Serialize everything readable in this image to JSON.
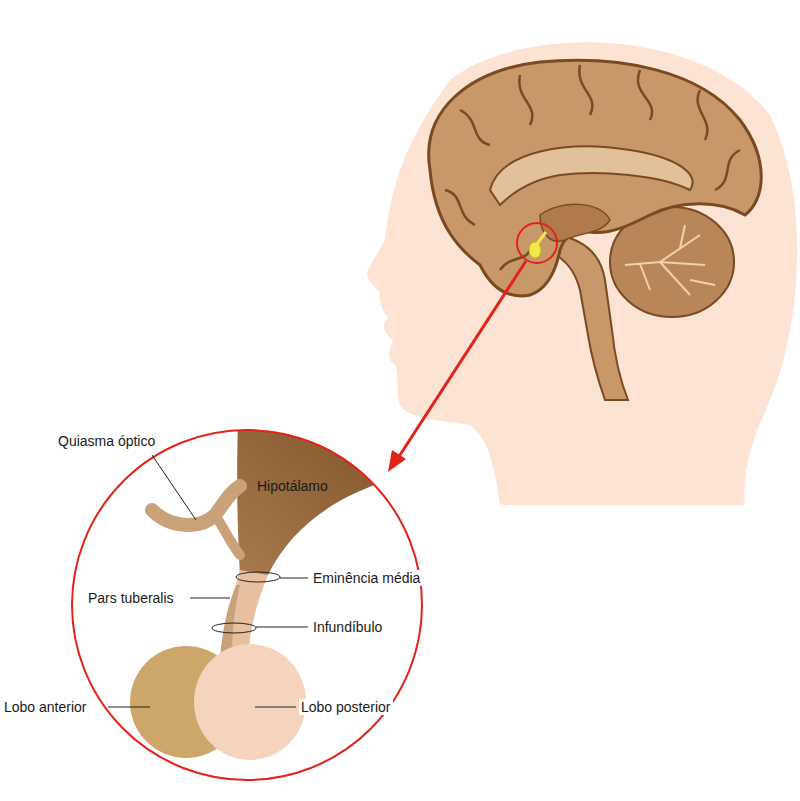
{
  "diagram": {
    "labels": [
      "Quiasma óptico",
      "Hipotálamo",
      "Eminência média",
      "Pars tuberalis",
      "Infundíbulo",
      "Lobo anterior",
      "Lobo posterior"
    ]
  }
}
